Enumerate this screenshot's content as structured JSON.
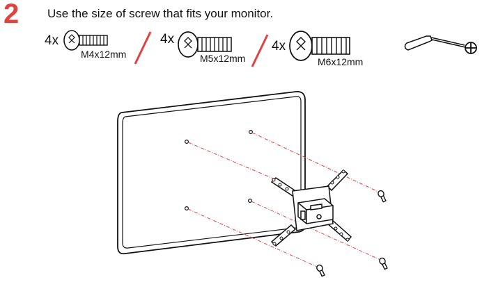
{
  "step": {
    "number": "2",
    "instruction": "Use the size of screw that fits your monitor."
  },
  "screws": [
    {
      "quantity": "4x",
      "size": "M4x12mm",
      "icon": "phillips-screw-icon"
    },
    {
      "quantity": "4x",
      "size": "M5x12mm",
      "icon": "phillips-screw-icon"
    },
    {
      "quantity": "4x",
      "size": "M6x12mm",
      "icon": "phillips-screw-icon"
    }
  ],
  "tool": {
    "icon": "phillips-screwdriver-icon"
  },
  "illustration": {
    "name": "monitor-vesa-mount-assembly",
    "accent_color": "#e0433f",
    "step_color": "#e0433f"
  }
}
